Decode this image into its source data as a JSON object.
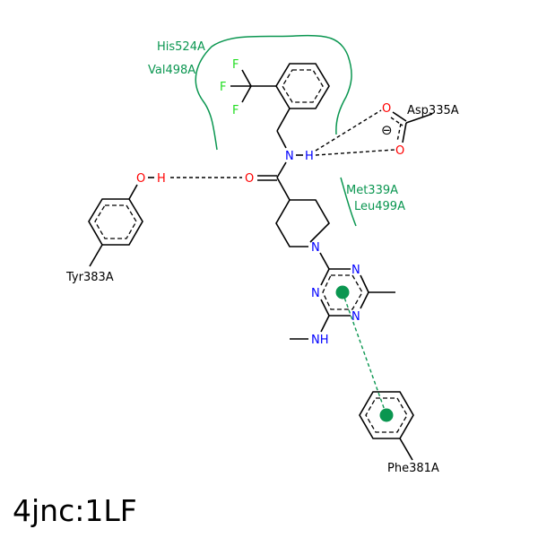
{
  "title": "4jnc:1LF",
  "atoms": {
    "F1": "F",
    "F2": "F",
    "F3": "F",
    "N_amine": "N",
    "H_amine": "H",
    "O_amide": "O",
    "N_pip": "N",
    "N_tri1": "N",
    "N_tri2": "N",
    "N_tri3": "N",
    "NH": "NH",
    "O_tyr": "O",
    "H_tyr": "H",
    "O_asp1": "O",
    "O_asp2": "O",
    "charge": "⊖"
  },
  "residues": {
    "his": "His524A",
    "val": "Val498A",
    "asp": "Asp335A",
    "met": "Met339A",
    "leu": "Leu499A",
    "tyr": "Tyr383A",
    "phe": "Phe381A"
  },
  "colors": {
    "hydrophobic": "#0a9650",
    "nitrogen": "#0000ff",
    "oxygen": "#ff0000",
    "fluorine": "#22dd22"
  }
}
